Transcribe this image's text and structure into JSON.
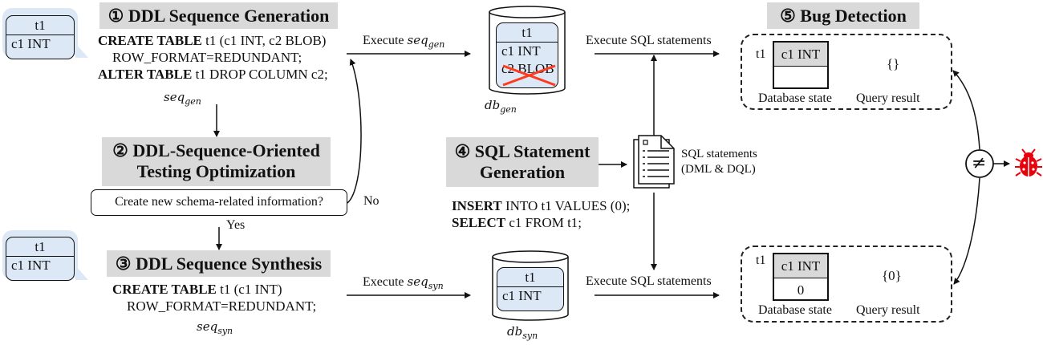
{
  "steps": {
    "s1": {
      "title": "① DDL Sequence Generation"
    },
    "s2": {
      "title_line1": "② DDL-Sequence-Oriented",
      "title_line2": "Testing Optimization"
    },
    "s3": {
      "title": "③ DDL Sequence Synthesis"
    },
    "s4": {
      "title_line1": "④ SQL Statement",
      "title_line2": "Generation"
    },
    "s5": {
      "title": "⑤ Bug Detection"
    }
  },
  "gen_code": {
    "line1_kw": "CREATE TABLE",
    "line1_rest": " t1 (c1 INT, c2 BLOB)",
    "line2": "ROW_FORMAT=REDUNDANT;",
    "line3_kw": "ALTER TABLE",
    "line3_rest": " t1 DROP COLUMN c2;"
  },
  "syn_code": {
    "line1_kw": "CREATE TABLE",
    "line1_rest": " t1 (c1 INT)",
    "line2": "ROW_FORMAT=REDUNDANT;"
  },
  "sql_code": {
    "line1_kw": "INSERT",
    "line1_rest": " INTO t1 VALUES (0);",
    "line2_kw": "SELECT",
    "line2_rest": " c1 FROM t1;"
  },
  "decision": {
    "question": "Create new schema-related information?",
    "yes": "Yes",
    "no": "No"
  },
  "seq_labels": {
    "seq": "seq",
    "gen": "gen",
    "syn": "syn",
    "execute": "Execute ",
    "db": "db"
  },
  "schema": {
    "table": "t1",
    "col1": "c1 INT",
    "col2": "c2 BLOB"
  },
  "exec_sql_label": "Execute SQL statements",
  "sql_doc": {
    "line1": "SQL statements",
    "line2": "(DML & DQL)"
  },
  "results": {
    "gen": {
      "table": "t1",
      "header": "c1 INT",
      "cell": "",
      "query": "{}",
      "db_state": "Database state",
      "query_label": "Query result"
    },
    "syn": {
      "table": "t1",
      "header": "c1 INT",
      "cell": "0",
      "query": "{0}",
      "db_state": "Database state",
      "query_label": "Query result"
    }
  },
  "compare": {
    "symbol": "≠"
  },
  "colors": {
    "title_bg": "#d9d9d9",
    "schema_bg": "#dce8f5",
    "cross": "#ff3b1f",
    "bug": "#e8000b"
  }
}
